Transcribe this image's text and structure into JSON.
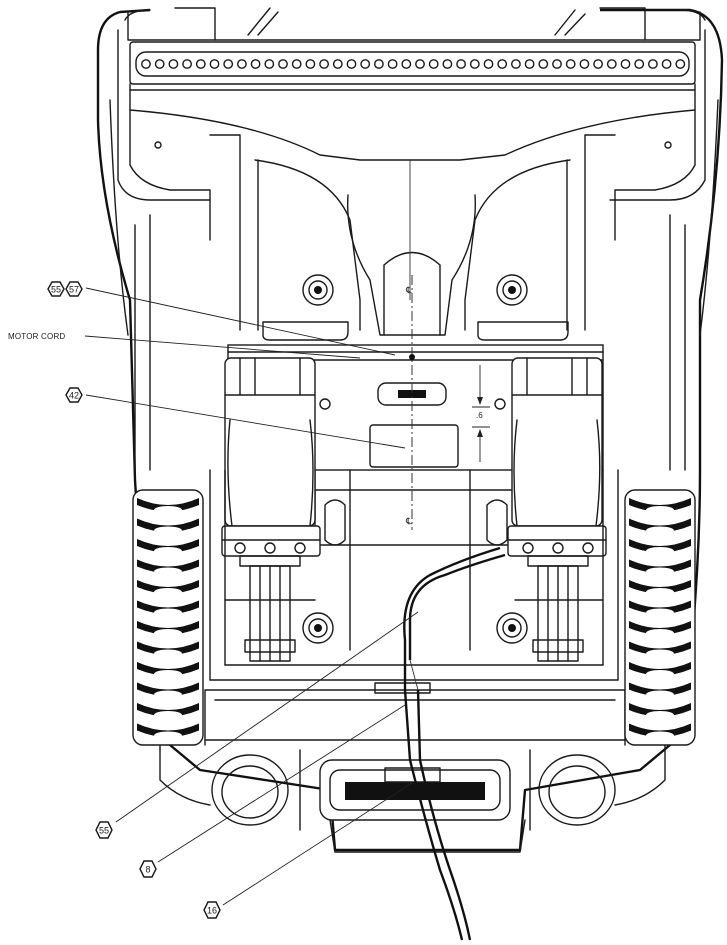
{
  "labels": {
    "motor_cord": "MOTOR CORD",
    "dimension": ".6",
    "centerline_symbol": "℄"
  },
  "callouts": [
    {
      "id": "c55a",
      "text": "55"
    },
    {
      "id": "c57",
      "text": "57"
    },
    {
      "id": "c42",
      "text": "42"
    },
    {
      "id": "c55b",
      "text": "55"
    },
    {
      "id": "c8",
      "text": "8"
    },
    {
      "id": "c16",
      "text": "16"
    }
  ]
}
